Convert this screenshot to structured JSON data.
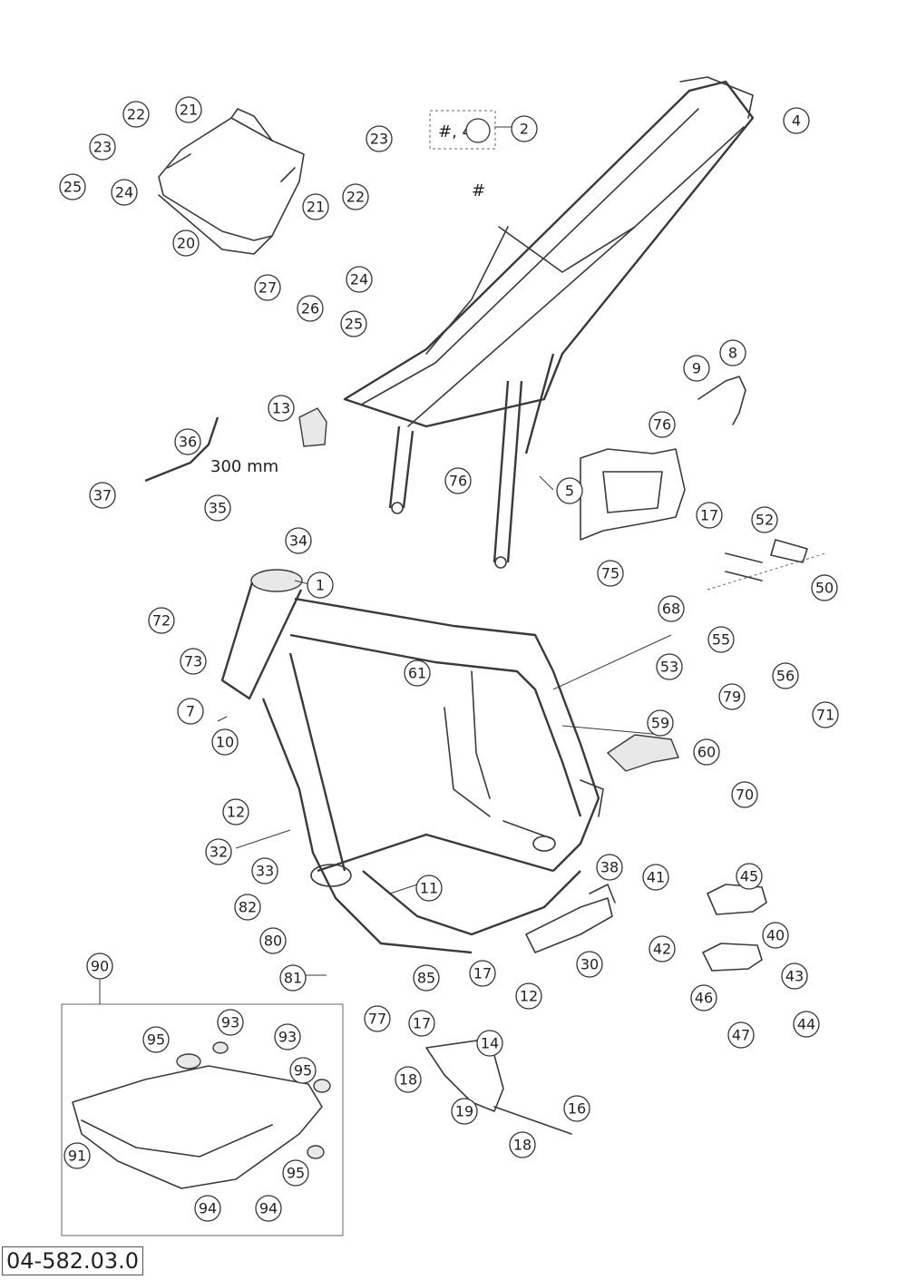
{
  "diagram": {
    "reference_number": "04-582.03.0",
    "frame_group_label": "#, 4",
    "frame_marker": "#",
    "hose_length": "300 mm",
    "callouts": [
      "1",
      "2",
      "4",
      "5",
      "7",
      "8",
      "9",
      "10",
      "11",
      "12",
      "13",
      "14",
      "16",
      "17",
      "18",
      "19",
      "20",
      "21",
      "22",
      "23",
      "24",
      "25",
      "26",
      "27",
      "30",
      "32",
      "33",
      "34",
      "35",
      "36",
      "37",
      "38",
      "40",
      "41",
      "42",
      "43",
      "44",
      "45",
      "46",
      "47",
      "50",
      "52",
      "53",
      "55",
      "56",
      "59",
      "60",
      "61",
      "68",
      "70",
      "71",
      "72",
      "73",
      "75",
      "76",
      "77",
      "79",
      "80",
      "81",
      "82",
      "85",
      "90",
      "91",
      "93",
      "94",
      "95"
    ]
  }
}
